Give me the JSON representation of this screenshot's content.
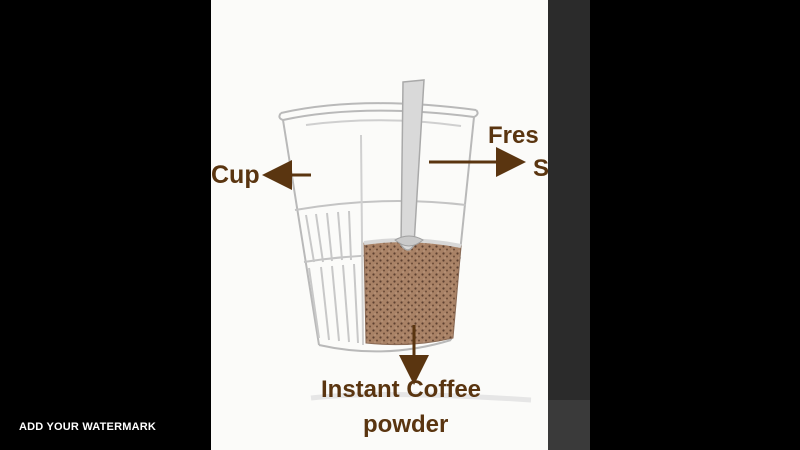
{
  "diagram": {
    "labels": {
      "cup": "Cup",
      "fresh_line1": "Fres",
      "fresh_line2": "S",
      "powder_line1": "Instant Coffee",
      "powder_line2": "powder"
    },
    "colors": {
      "label_text": "#5a3510",
      "arrow": "#5a3510",
      "powder": "#a07a5c",
      "cup_outline": "#b9b9b9",
      "background": "#fbfbf9"
    }
  },
  "overlay": {
    "watermark": "ADD YOUR WATERMARK"
  }
}
